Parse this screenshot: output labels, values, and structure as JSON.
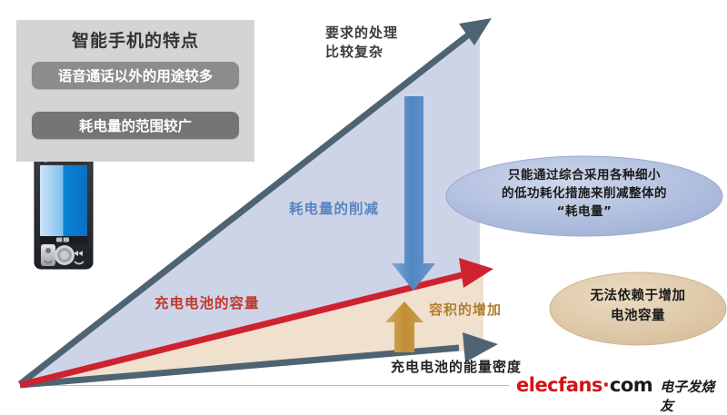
{
  "panel": {
    "title": "智能手机的特点",
    "items": [
      {
        "label": "语音通话以外的用途较多"
      },
      {
        "label": "耗电量的范围较广"
      }
    ]
  },
  "labels": {
    "complex_processing": "要求的处理\n比较复杂",
    "power_reduction": "耗电量的削减",
    "battery_capacity": "充电电池的容量",
    "volume_increase": "容积的增加",
    "x_axis": "充电电池的能量密度"
  },
  "callouts": {
    "blue": "只能通过综合采用各种细小\n的低功耗化措施来削减整体的\n“耗电量”",
    "tan": "无法依赖于增加\n电池容量"
  },
  "watermark": {
    "brand": "elecfans",
    "dot": "·",
    "tld": "com",
    "chinese": "电子发烧友"
  },
  "colors": {
    "panel_bg": "#d4d4d4",
    "pill_light": "#8c8c8c",
    "pill_dark": "#757575",
    "wedge_blue": "#ced4e8",
    "wedge_tan": "#eee0cc",
    "axis_slate": "#4f6473",
    "arrow_red": "#cf2230",
    "arrow_blue": "#5b8fc9",
    "arrow_tan": "#c79441",
    "ellipse_blue": "#aebbdd",
    "ellipse_tan": "#ddc8a8",
    "watermark_red": "#d41216"
  }
}
